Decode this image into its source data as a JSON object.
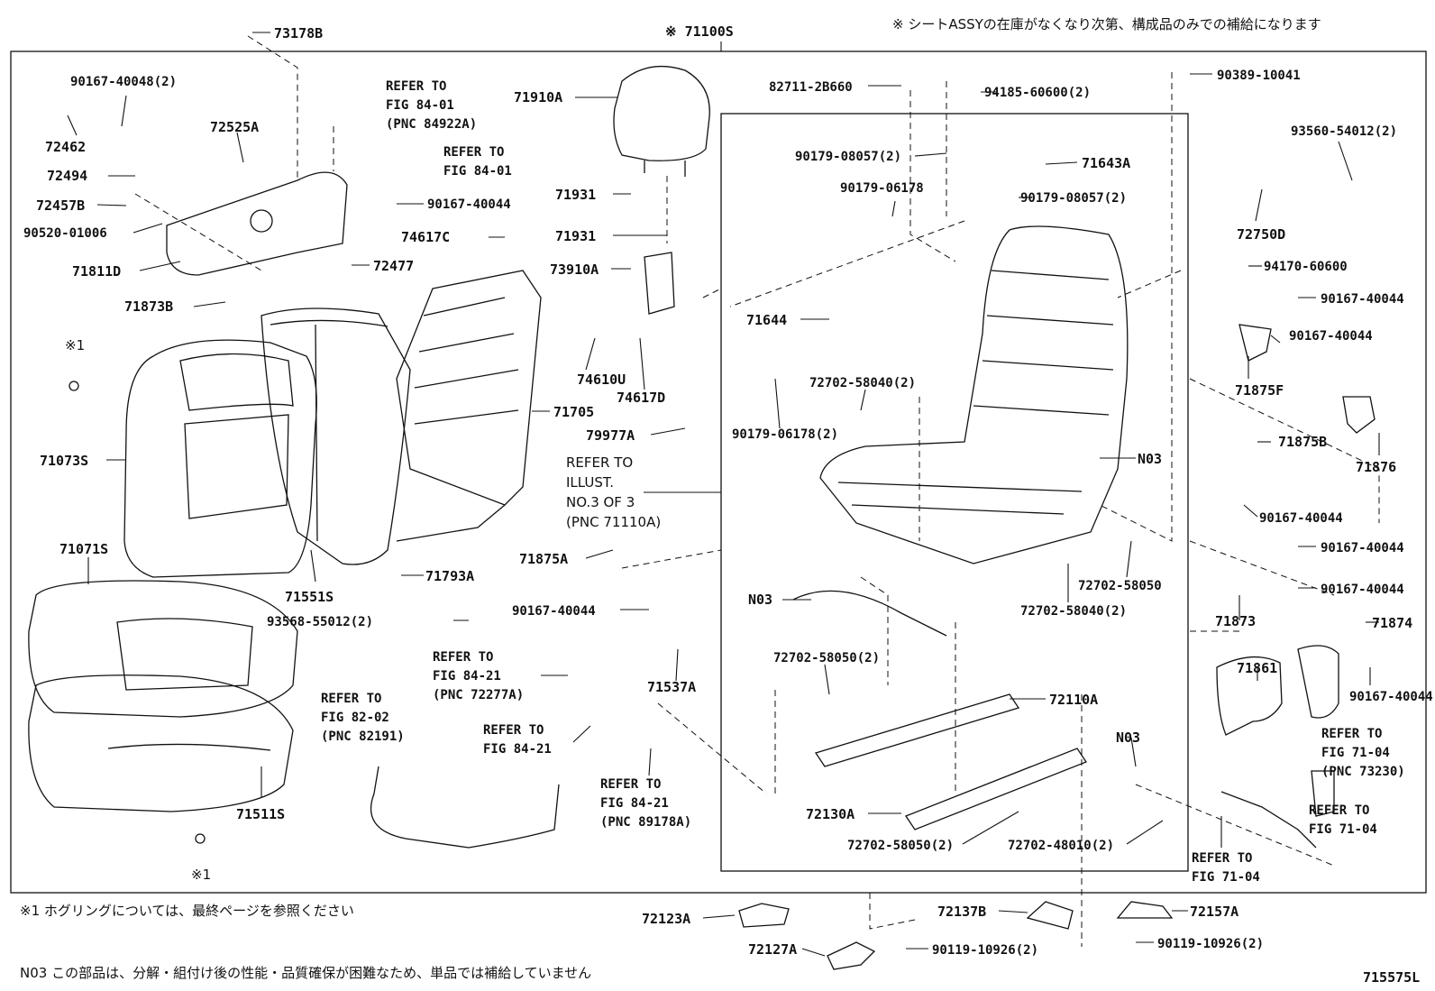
{
  "header": {
    "assembly_label": "※ 71100S",
    "note": "※  シートASSYの在庫がなくなり次第、構成品のみでの補給になります"
  },
  "parts": [
    {
      "id": "p73178B",
      "text": "73178B"
    },
    {
      "id": "p90167_40048",
      "text": "90167-40048(2)"
    },
    {
      "id": "p72462",
      "text": "72462"
    },
    {
      "id": "p72494",
      "text": "72494"
    },
    {
      "id": "p72525A",
      "text": "72525A"
    },
    {
      "id": "p72457B",
      "text": "72457B"
    },
    {
      "id": "p90520",
      "text": "90520-01006"
    },
    {
      "id": "p71811D",
      "text": "71811D"
    },
    {
      "id": "p72477",
      "text": "72477"
    },
    {
      "id": "p71873B",
      "text": "71873B"
    },
    {
      "id": "p90167_40044a",
      "text": "90167-40044"
    },
    {
      "id": "p71910A",
      "text": "71910A"
    },
    {
      "id": "p71931a",
      "text": "71931"
    },
    {
      "id": "p71931b",
      "text": "71931"
    },
    {
      "id": "p74617C",
      "text": "74617C"
    },
    {
      "id": "p73910A",
      "text": "73910A"
    },
    {
      "id": "p74610U",
      "text": "74610U"
    },
    {
      "id": "p74617D",
      "text": "74617D"
    },
    {
      "id": "p71705",
      "text": "71705"
    },
    {
      "id": "p79977A",
      "text": "79977A"
    },
    {
      "id": "p71073S",
      "text": "71073S"
    },
    {
      "id": "p71071S",
      "text": "71071S"
    },
    {
      "id": "p71551S",
      "text": "71551S"
    },
    {
      "id": "p71793A",
      "text": "71793A"
    },
    {
      "id": "p93568",
      "text": "93568-55012(2)"
    },
    {
      "id": "p71511S",
      "text": "71511S"
    },
    {
      "id": "p71875A",
      "text": "71875A"
    },
    {
      "id": "p90167_40044b",
      "text": "90167-40044"
    },
    {
      "id": "p71537A",
      "text": "71537A"
    },
    {
      "id": "p82711",
      "text": "82711-2B660"
    },
    {
      "id": "p94185",
      "text": "94185-60600(2)"
    },
    {
      "id": "p90179_08057a",
      "text": "90179-08057(2)"
    },
    {
      "id": "p71643A",
      "text": "71643A"
    },
    {
      "id": "p90179_06178",
      "text": "90179-06178"
    },
    {
      "id": "p90179_08057b",
      "text": "90179-08057(2)"
    },
    {
      "id": "p71644",
      "text": "71644"
    },
    {
      "id": "p72702_58040a",
      "text": "72702-58040(2)"
    },
    {
      "id": "p90179_06178b",
      "text": "90179-06178(2)"
    },
    {
      "id": "pN03a",
      "text": "N03"
    },
    {
      "id": "p72702_58050a",
      "text": "72702-58050"
    },
    {
      "id": "p72702_58040b",
      "text": "72702-58040(2)"
    },
    {
      "id": "pN03b",
      "text": "N03"
    },
    {
      "id": "p72702_58050b",
      "text": "72702-58050(2)"
    },
    {
      "id": "p72110A",
      "text": "72110A"
    },
    {
      "id": "pN03c",
      "text": "N03"
    },
    {
      "id": "p72130A",
      "text": "72130A"
    },
    {
      "id": "p72702_58050c",
      "text": "72702-58050(2)"
    },
    {
      "id": "p72702_48010",
      "text": "72702-48010(2)"
    },
    {
      "id": "p90389",
      "text": "90389-10041"
    },
    {
      "id": "p93560",
      "text": "93560-54012(2)"
    },
    {
      "id": "p72750D",
      "text": "72750D"
    },
    {
      "id": "p94170",
      "text": "94170-60600"
    },
    {
      "id": "p90167_40044c",
      "text": "90167-40044"
    },
    {
      "id": "p90167_40044d",
      "text": "90167-40044"
    },
    {
      "id": "p71875F",
      "text": "71875F"
    },
    {
      "id": "p71876",
      "text": "71876"
    },
    {
      "id": "p71875B",
      "text": "71875B"
    },
    {
      "id": "p90167_40044e",
      "text": "90167-40044"
    },
    {
      "id": "p90167_40044f",
      "text": "90167-40044"
    },
    {
      "id": "p90167_40044g",
      "text": "90167-40044"
    },
    {
      "id": "p71873",
      "text": "71873"
    },
    {
      "id": "p71874",
      "text": "71874"
    },
    {
      "id": "p71861",
      "text": "71861"
    },
    {
      "id": "p90167_40044h",
      "text": "90167-40044"
    },
    {
      "id": "p72123A",
      "text": "72123A"
    },
    {
      "id": "p72127A",
      "text": "72127A"
    },
    {
      "id": "p72137B",
      "text": "72137B"
    },
    {
      "id": "p90119a",
      "text": "90119-10926(2)"
    },
    {
      "id": "p72157A",
      "text": "72157A"
    },
    {
      "id": "p90119b",
      "text": "90119-10926(2)"
    }
  ],
  "refs": {
    "r1": [
      "REFER TO",
      "FIG 84-01",
      "(PNC 84922A)"
    ],
    "r2": [
      "REFER TO",
      "FIG 84-01"
    ],
    "r3": [
      "REFER TO",
      "ILLUST.",
      "NO.3 OF 3",
      "(PNC 71110A)"
    ],
    "r4": [
      "REFER TO",
      "FIG 84-21",
      "(PNC 72277A)"
    ],
    "r5": [
      "REFER TO",
      "FIG 82-02",
      "(PNC 82191)"
    ],
    "r6": [
      "REFER TO",
      "FIG 84-21"
    ],
    "r7": [
      "REFER TO",
      "FIG 84-21",
      "(PNC 89178A)"
    ],
    "r8": [
      "REFER TO",
      "FIG 71-04",
      "(PNC 73230)"
    ],
    "r9": [
      "REFER TO",
      "FIG 71-04"
    ],
    "r10": [
      "REFER TO",
      "FIG 71-04"
    ]
  },
  "footer": {
    "note1": "※1  ホグリングについては、最終ページを参照ください",
    "note2": "N03 この部品は、分解・組付け後の性能・品質確保が困難なため、単品では補給していません",
    "diagram_code": "715575L",
    "hog_ring_mark_a": "※1",
    "hog_ring_mark_b": "※1"
  }
}
